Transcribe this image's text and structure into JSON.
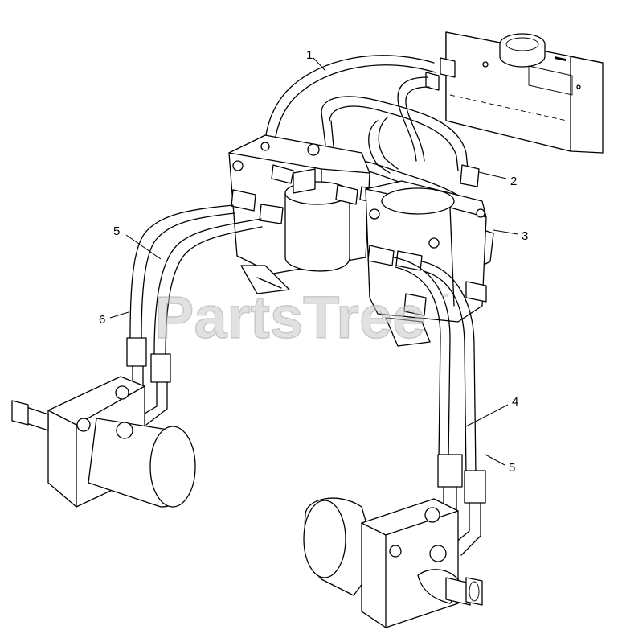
{
  "watermark": {
    "text": "PartsTree",
    "trademark": "™"
  },
  "callouts": [
    {
      "label": "1"
    },
    {
      "label": "2"
    },
    {
      "label": "3"
    },
    {
      "label": "4"
    },
    {
      "label": "5"
    },
    {
      "label": "6"
    },
    {
      "label": "5"
    }
  ]
}
